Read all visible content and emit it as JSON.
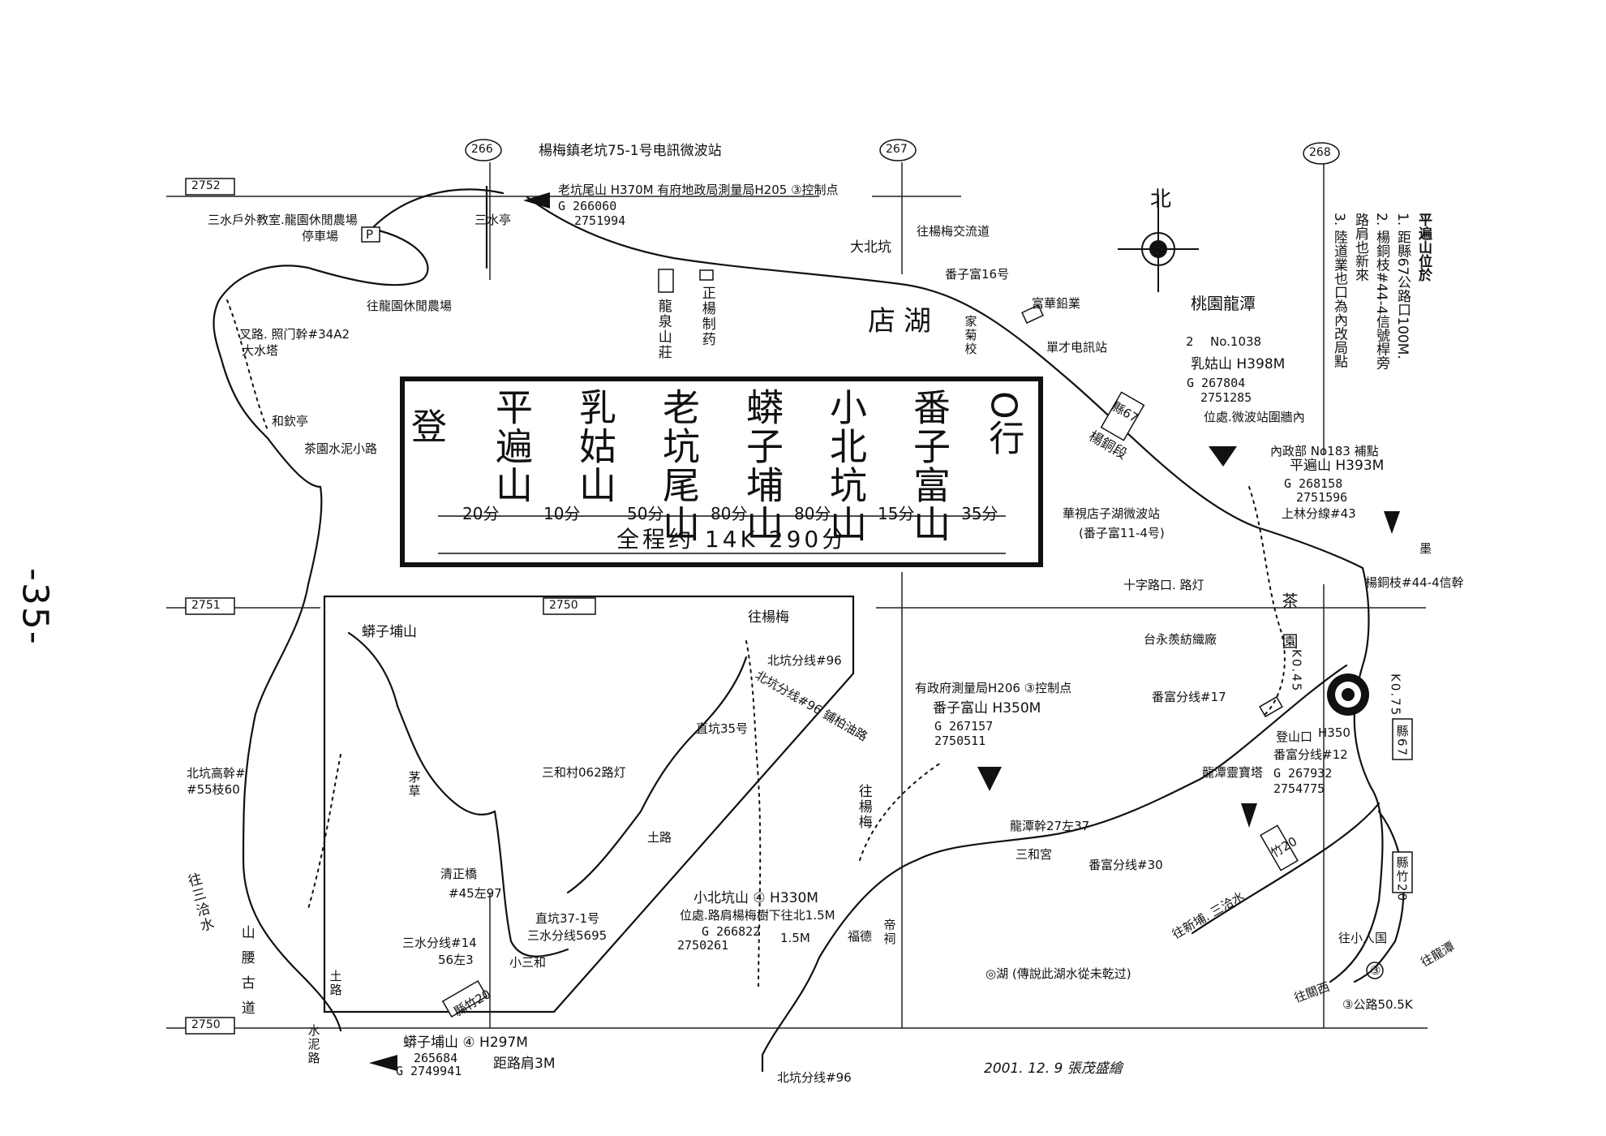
{
  "page_number": "-35-",
  "grid": {
    "columns": [
      "266",
      "267",
      "268"
    ],
    "rows": [
      "2752",
      "2751",
      "2750",
      "2750"
    ]
  },
  "north_label": "北",
  "route_box": {
    "start": "登",
    "end": "O行",
    "peaks": [
      "平遍山",
      "乳姑山",
      "老坑尾山",
      "蟒子埔山",
      "小北坑山",
      "番子富山"
    ],
    "segments": [
      "20分",
      "10分",
      "50分",
      "80分",
      "80分",
      "15分",
      "35分"
    ],
    "total": "全程约 14K 290分"
  },
  "legend": {
    "title": "平遍山位於",
    "items": [
      "1. 距縣67公路口100M.",
      "2. 楊銅枝#44-4信號桿旁",
      "路肩也新來",
      "3. 陸道業也口為內改局點"
    ]
  },
  "labels": {
    "relay_station": "楊梅鎮老坑75-1号电訊微波站",
    "laokengwei_peak": "老坑尾山 H370M 有府地政局測量局H205 ③控制点",
    "laokengwei_g1": "G 266060",
    "laokengwei_g2": "2751994",
    "sanshui_edu": "三水戶外教室.龍園休閒農場",
    "parking": "停車場",
    "parking_icon": "P",
    "sanshui_pavilion": "三水亭",
    "to_longyuan": "往龍園休閒農場",
    "fork": "叉路. 照门幹#34A2",
    "dashuita": "大水塔",
    "hejiating": "和欽亭",
    "chayuan_path": "茶園水泥小路",
    "longquan": "龍泉山莊",
    "zhengyang": "正楊制药",
    "dabeikeng": "大北坑",
    "to_yangmei_interchange": "往楊梅交流道",
    "fanzifu_16": "番子富16号",
    "fuhua": "富華鉛業",
    "shidinghu": "店湖",
    "jiajuxiao": "家菊校",
    "tower_station": "單才电訊站",
    "county67": "縣67",
    "yangtongzi": "楊銅段",
    "taoyuan_longtan": "桃園龍潭",
    "tri_2_label": "2",
    "tri_2_num": "No.1038",
    "rugushan": "乳姑山 H398M",
    "rugushan_g1": "G 267804",
    "rugushan_g2": "2751285",
    "rugushan_loc": "位處.微波站圍牆內",
    "neizheng": "內政部 No183 補點",
    "pingbianshan": "平遍山 H393M",
    "pingbianshan_g1": "G 268158",
    "pingbianshan_g2": "2751596",
    "cctv_relay": "華視店子湖微波站",
    "cctv_addr": "(番子富11-4号)",
    "shanglinfen": "上林分線#43",
    "yangtongzhi44": "楊銅枝#44-4信幹",
    "gangmen": "墨",
    "crossroad": "十字路口. 路灯",
    "tea_garden": "茶園",
    "taiyong": "台永羨紡織廠",
    "fanfu17": "番富分线#17",
    "k045": "K0.45",
    "k075": "K0.75",
    "dengshankou": "登山口",
    "h350": "H350",
    "fanfu12": "番富分线#12",
    "fanfu_g1": "G 267932",
    "fanfu_g2": "2754775",
    "longtan_sign": "龍潭靈寶塔",
    "county67b": "縣67",
    "county_zhu20": "竹20",
    "county_zhu20b": "縣竹20",
    "to_xinpu": "往新埔. 三洽水",
    "to_xiaorenguo": "往小人国",
    "to_longtan": "往龍潭",
    "to_guanxi": "往關西",
    "circle3_road": "③公路50.5K",
    "circle3": "③",
    "moon_lake": "◎湖 (傳說此湖水從未乾过)",
    "gov_bureau": "有政府測量局H206 ③控制点",
    "fanzifu_peak": "番子富山 H350M",
    "fanzifu_peak_g1": "G 267157",
    "fanzifu_peak_g2": "2750511",
    "longtan_line": "龍潭幹27左37",
    "sanhegong": "三和宮",
    "fanfu30": "番富分线#30",
    "to_yangmei_mid": "往楊梅",
    "yangmei_top": "往楊梅",
    "beikeng96_top": "北坑分线#96",
    "beikeng_road": "北坑分线#96 鋪柏油路",
    "zhikeng35": "直坑35号",
    "sanhe062": "三和村062路灯",
    "tulu": "土路",
    "qingzheng": "清正橋",
    "qingzheng_num": "#45左97",
    "zhikeng37": "直坑37-1号",
    "sanshui5695": "三水分线5695",
    "sanshuifen14": "三水分线#14",
    "sanshuifen14_num": "56左3",
    "xiaosanhe": "小三和",
    "tongzhu20": "縣竹20",
    "mangzi_top": "蟒子埔山",
    "maocao": "茅草",
    "beikeng_peak": "小北坑山 ④ H330M",
    "beikeng_loc": "位處.路肩楊梅樹下往北1.5M",
    "beikeng_g1": "G 266822",
    "beikeng_g2": "2750261",
    "m15": "1.5M",
    "fude": "福德",
    "temple": "帝祠",
    "beikeng96_bottom": "北坑分线#96",
    "mangzi_peak": "蟒子埔山 ④ H297M",
    "mangzi_g1": "265684",
    "mangzi_g2": "G 2749941",
    "mangzi_loc": "距路肩3M",
    "cement_path": "水泥路",
    "to_sanqia": "往三洽水",
    "old_trail": "山腰古道",
    "tulu2": "土路",
    "beikeng_high": "北坑高幹#",
    "beikeng_high_num": "#55枝60",
    "signature": "2001. 12. 9 張茂盛繪"
  }
}
